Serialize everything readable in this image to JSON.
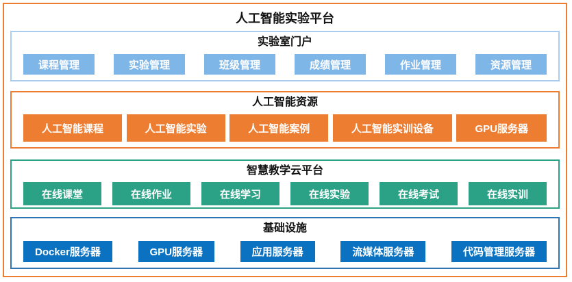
{
  "title": "人工智能实验平台",
  "colors": {
    "outer_border": "#ED7D31",
    "portal_border": "#A9CCEF",
    "portal_block": "#7EB6E8",
    "ai_border": "#ED7D31",
    "ai_block": "#ED7D31",
    "cloud_border": "#2BA186",
    "cloud_block": "#2BA186",
    "infra_border": "#2E75B6",
    "infra_block": "#0B72C2",
    "block_text": "#FFFFFF",
    "heading_text": "#111111"
  },
  "sections": [
    {
      "title": "实验室门户",
      "items": [
        "课程管理",
        "实验管理",
        "班级管理",
        "成绩管理",
        "作业管理",
        "资源管理"
      ]
    },
    {
      "title": "人工智能资源",
      "items": [
        "人工智能课程",
        "人工智能实验",
        "人工智能案例",
        "人工智能实训设备",
        "GPU服务器"
      ]
    },
    {
      "title": "智慧教学云平台",
      "items": [
        "在线课堂",
        "在线作业",
        "在线学习",
        "在线实验",
        "在线考试",
        "在线实训"
      ]
    },
    {
      "title": "基础设施",
      "items": [
        "Docker服务器",
        "GPU服务器",
        "应用服务器",
        "流媒体服务器",
        "代码管理服务器"
      ]
    }
  ]
}
